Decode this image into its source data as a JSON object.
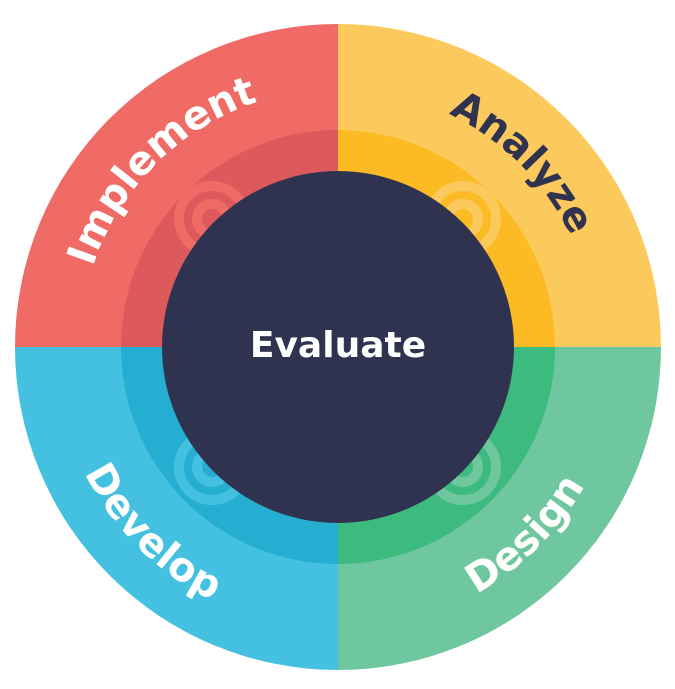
{
  "center": {
    "label": "Evaluate",
    "color": "#30334F",
    "text_color": "#FFFFFF"
  },
  "phases": [
    {
      "key": "implement",
      "label": "Implement",
      "outer_color": "#F06A66",
      "inner_color": "#DC5A5B",
      "text_color": "#FFFFFF"
    },
    {
      "key": "analyze",
      "label": "Analyze",
      "outer_color": "#FCCA5C",
      "inner_color": "#FCBB25",
      "text_color": "#30334F"
    },
    {
      "key": "design",
      "label": "Design",
      "outer_color": "#6FC79F",
      "inner_color": "#3DBB7F",
      "text_color": "#FFFFFF"
    },
    {
      "key": "develop",
      "label": "Develop",
      "outer_color": "#44C1E0",
      "inner_color": "#25AED1",
      "text_color": "#FFFFFF"
    }
  ],
  "icons": [
    {
      "name": "implement-target-icon"
    },
    {
      "name": "analyze-target-icon"
    },
    {
      "name": "design-target-icon"
    },
    {
      "name": "develop-target-icon"
    }
  ]
}
